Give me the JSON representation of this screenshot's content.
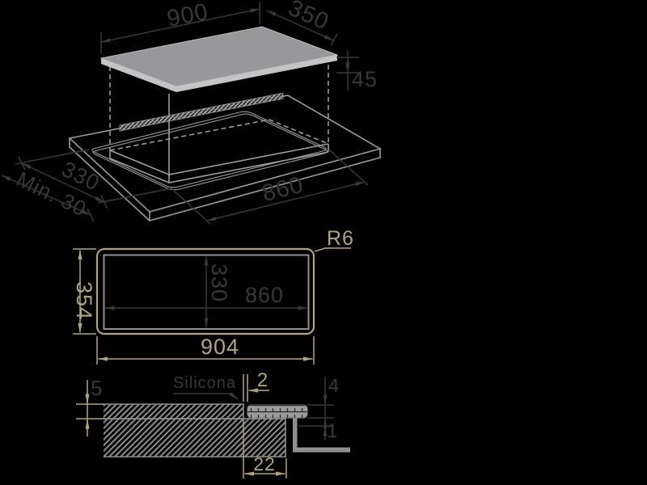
{
  "colors": {
    "bg": "#000000",
    "line": "#9b9b9b",
    "dim": "#383838",
    "accent": "#b0a57a",
    "hatch": "#8f8f8f",
    "glass_top": "#98989a",
    "glass_bevel": "#c4c4c6",
    "fill_gray": "#9a9a9a",
    "profile": "#8f8f8f"
  },
  "iso": {
    "width": "900",
    "depth": "350",
    "height": "45",
    "cutout_width": "860",
    "cutout_depth": "330",
    "min_clearance": "Min. 30"
  },
  "plan": {
    "outer_height": "354",
    "outer_width": "904",
    "inner_depth": "330",
    "inner_width": "860",
    "corner_radius": "R6"
  },
  "section": {
    "recess_depth": "5",
    "gap": "2",
    "glass_thickness": "4",
    "lip": "1",
    "ledge_width": "22",
    "sealant": "Silicona"
  }
}
